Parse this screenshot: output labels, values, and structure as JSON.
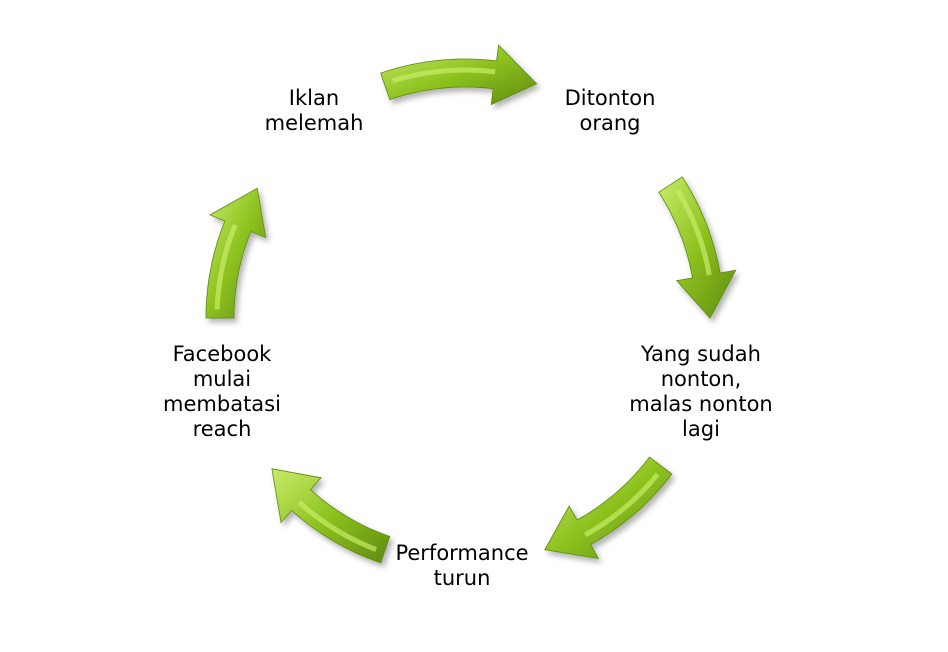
{
  "cycle": {
    "steps": [
      {
        "lines": [
          "Ditonton",
          "orang"
        ]
      },
      {
        "lines": [
          "Yang sudah",
          "nonton,",
          "malas nonton",
          "lagi"
        ]
      },
      {
        "lines": [
          "Performance",
          "turun"
        ]
      },
      {
        "lines": [
          "Facebook",
          "mulai",
          "membatasi",
          "reach"
        ]
      },
      {
        "lines": [
          "Iklan",
          "melemah"
        ]
      }
    ],
    "arrow_color": "#8dc21f",
    "arrow_light": "#c8ec6a",
    "arrow_dark": "#5e8a10"
  }
}
